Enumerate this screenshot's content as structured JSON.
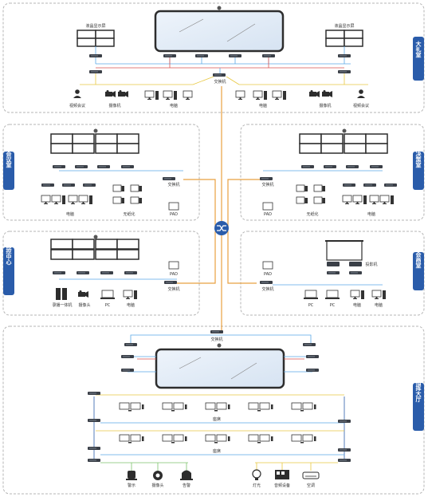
{
  "sections": {
    "grand_hall": "大礼室",
    "meeting_room": "会议室",
    "decision_room": "决策室",
    "map_center": "图控中心",
    "negotiation_room": "会商室",
    "command_hall": "指挥大厅"
  },
  "labels": {
    "lcd_display": "液晶显示屏",
    "switch": "交换机",
    "video_conf": "视频会议",
    "camera": "摄像机",
    "computer": "电脑",
    "wireless": "无纸化",
    "pad": "PAD",
    "all_in_one": "录播一体机",
    "webcam": "摄像头",
    "pc": "PC",
    "projector": "投影机",
    "seat": "座席",
    "alarm_light": "警示",
    "monitor_cam": "摄像头",
    "alarm": "告警",
    "light": "灯光",
    "audio": "音频设备",
    "ac": "空调"
  },
  "colors": {
    "accent": "#2a5caa",
    "trunk": "#e8a040",
    "blue_line": "#5aa9e6",
    "red_line": "#d9534f",
    "green_line": "#7cc26b",
    "yellow_line": "#e8c840"
  }
}
